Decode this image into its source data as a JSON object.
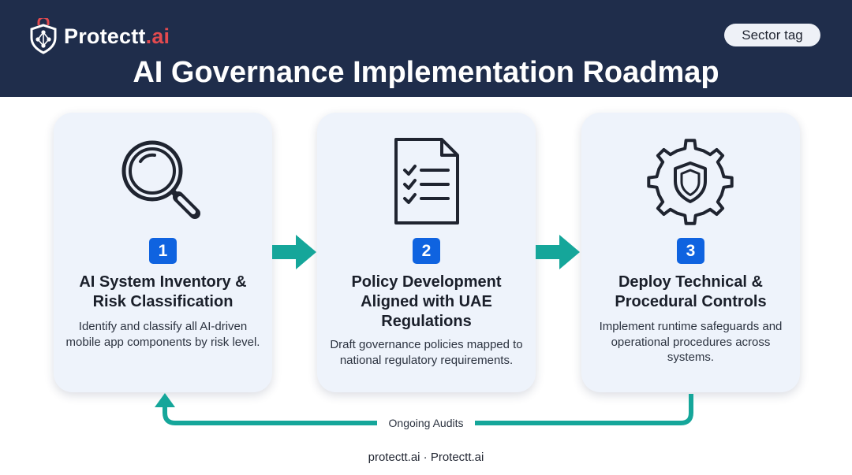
{
  "header": {
    "brand_name": "Protectt",
    "brand_suffix": ".ai",
    "sector_tag": "Sector tag",
    "title": "AI Governance Implementation Roadmap"
  },
  "steps": [
    {
      "number": "1",
      "icon": "magnifying-glass-icon",
      "title": "AI System Inventory & Risk Classification",
      "description": "Identify and classify all AI-driven mobile app components by risk level."
    },
    {
      "number": "2",
      "icon": "checklist-document-icon",
      "title": "Policy Development Aligned with UAE Regulations",
      "description": "Draft governance policies mapped to national regulatory requirements."
    },
    {
      "number": "3",
      "icon": "gear-shield-icon",
      "title": "Deploy Technical & Procedural Controls",
      "description": "Implement runtime safeguards and operational procedures across systems."
    }
  ],
  "loop_label": "Ongoing Audits",
  "footer": "protectt.ai · Protectt.ai",
  "colors": {
    "header_bg": "#1f2d4b",
    "card_bg": "#eef3fb",
    "badge": "#0f63e0",
    "arrow": "#15a69a",
    "brand_accent": "#e24a4f"
  }
}
